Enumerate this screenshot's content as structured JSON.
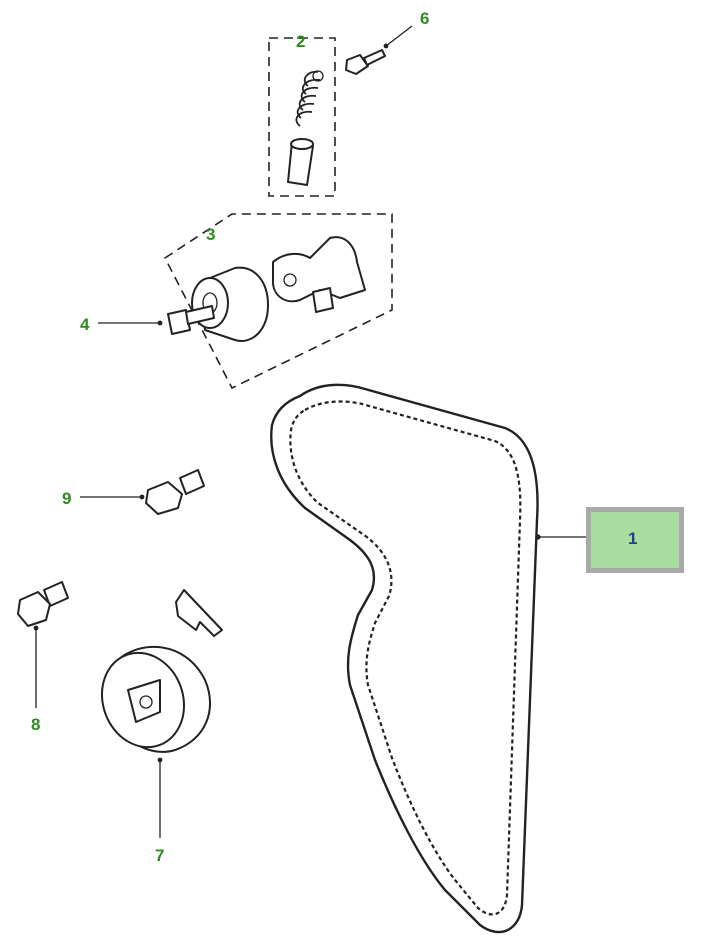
{
  "diagram": {
    "colors": {
      "callout_text": "#2e8b1f",
      "selected_text": "#1f3f8f",
      "selected_fill": "#a8dca0",
      "selected_border": "#a9a9a9",
      "line": "#222222"
    },
    "callouts": [
      {
        "id": "1",
        "label": "1",
        "selected": true
      },
      {
        "id": "2",
        "label": "2",
        "selected": false
      },
      {
        "id": "3",
        "label": "3",
        "selected": false
      },
      {
        "id": "4",
        "label": "4",
        "selected": false
      },
      {
        "id": "6",
        "label": "6",
        "selected": false
      },
      {
        "id": "7",
        "label": "7",
        "selected": false
      },
      {
        "id": "8",
        "label": "8",
        "selected": false
      },
      {
        "id": "9",
        "label": "9",
        "selected": false
      }
    ]
  }
}
